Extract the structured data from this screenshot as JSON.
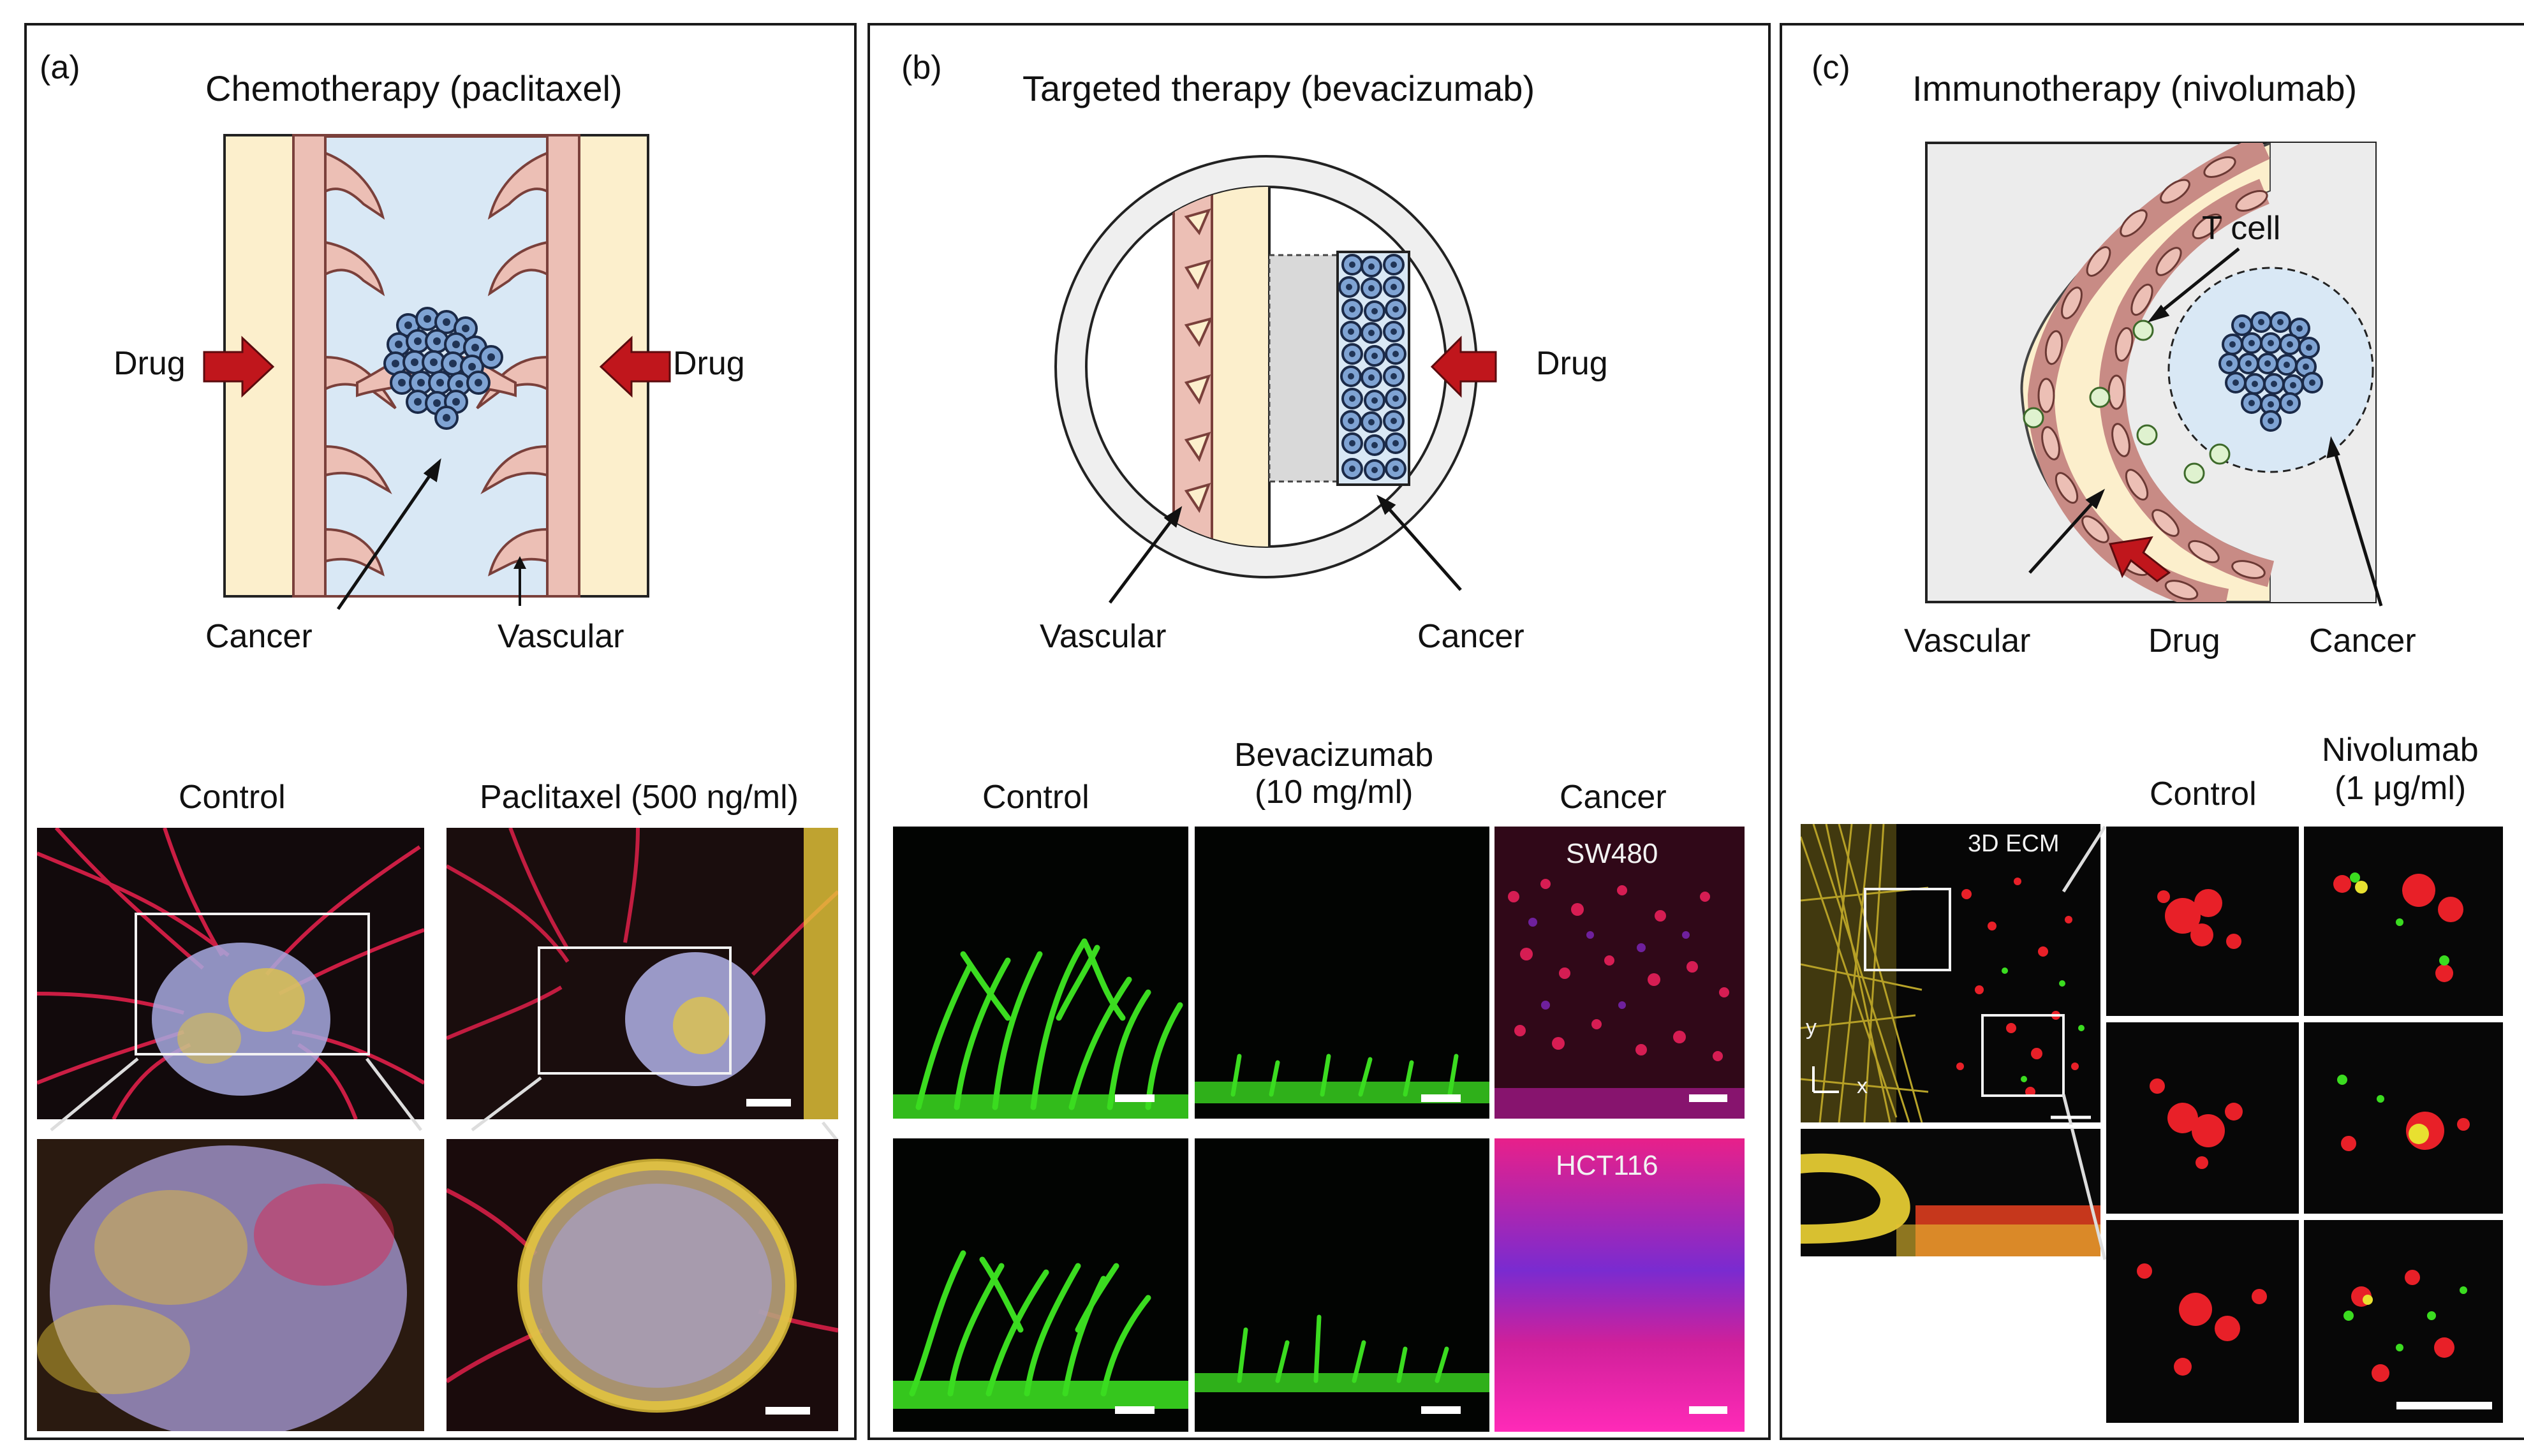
{
  "panels": {
    "a": {
      "tag": "(a)",
      "title": "Chemotherapy (paclitaxel)",
      "labels": {
        "drug_left": "Drug",
        "drug_right": "Drug",
        "cancer": "Cancer",
        "vascular": "Vascular"
      },
      "columns": {
        "control": "Control",
        "treated": "Paclitaxel (500 ng/ml)"
      }
    },
    "b": {
      "tag": "(b)",
      "title": "Targeted therapy (bevacizumab)",
      "labels": {
        "drug": "Drug",
        "vascular": "Vascular",
        "cancer": "Cancer"
      },
      "columns": {
        "control": "Control",
        "treated_line1": "Bevacizumab",
        "treated_line2": "(10 mg/ml)",
        "cancer": "Cancer"
      },
      "cell_lines": [
        "SW480",
        "HCT116"
      ]
    },
    "c": {
      "tag": "(c)",
      "title": "Immunotherapy (nivolumab)",
      "labels": {
        "tcell": "T cell",
        "vascular": "Vascular",
        "drug": "Drug",
        "cancer": "Cancer"
      },
      "columns": {
        "control": "Control",
        "treated_line1": "Nivolumab",
        "treated_line2": "(1 μg/ml)"
      },
      "overview": {
        "ecm": "3D ECM",
        "axis_y": "y",
        "axis_x": "x"
      }
    }
  },
  "colors": {
    "vessel_fill": "#ecbfb5",
    "vessel_stroke": "#8a4a44",
    "lumen": "#d9e8f5",
    "matrix": "#fcefcc",
    "drug_arrow": "#c0161c",
    "tumor_cell": "#6f95c6",
    "vessel_green": "#39e022",
    "actin_red": "#e8203c",
    "yellow": "#e8c93a"
  }
}
